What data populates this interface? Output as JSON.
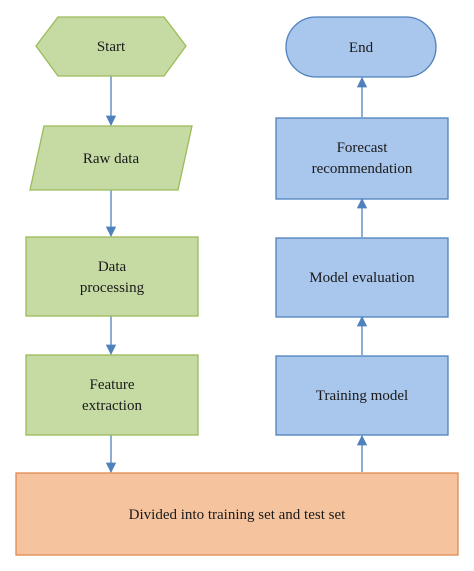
{
  "diagram": {
    "nodes": {
      "start": {
        "label": "Start",
        "shape": "hexagon"
      },
      "raw_data": {
        "label": "Raw data",
        "shape": "parallelogram"
      },
      "data_processing": {
        "lines": [
          "Data",
          "processing"
        ],
        "shape": "rectangle"
      },
      "feature_extraction": {
        "lines": [
          "Feature",
          "extraction"
        ],
        "shape": "rectangle"
      },
      "divide": {
        "label": "Divided into training set and test set",
        "shape": "rectangle"
      },
      "training_model": {
        "label": "Training model",
        "shape": "rectangle"
      },
      "model_evaluation": {
        "label": "Model evaluation",
        "shape": "rectangle"
      },
      "forecast_recommendation": {
        "lines": [
          "Forecast",
          "recommendation"
        ],
        "shape": "rectangle"
      },
      "end": {
        "label": "End",
        "shape": "terminator"
      }
    },
    "edges": [
      [
        "start",
        "raw_data"
      ],
      [
        "raw_data",
        "data_processing"
      ],
      [
        "data_processing",
        "feature_extraction"
      ],
      [
        "feature_extraction",
        "divide"
      ],
      [
        "divide",
        "training_model"
      ],
      [
        "training_model",
        "model_evaluation"
      ],
      [
        "model_evaluation",
        "forecast_recommendation"
      ],
      [
        "forecast_recommendation",
        "end"
      ]
    ],
    "colors": {
      "left_fill": "#c6dba4",
      "left_stroke": "#9bbb59",
      "right_fill": "#a9c6ec",
      "right_stroke": "#4f81bd",
      "bottom_fill": "#f5c49f",
      "bottom_stroke": "#e08a4e",
      "arrow": "#4f81bd"
    }
  }
}
